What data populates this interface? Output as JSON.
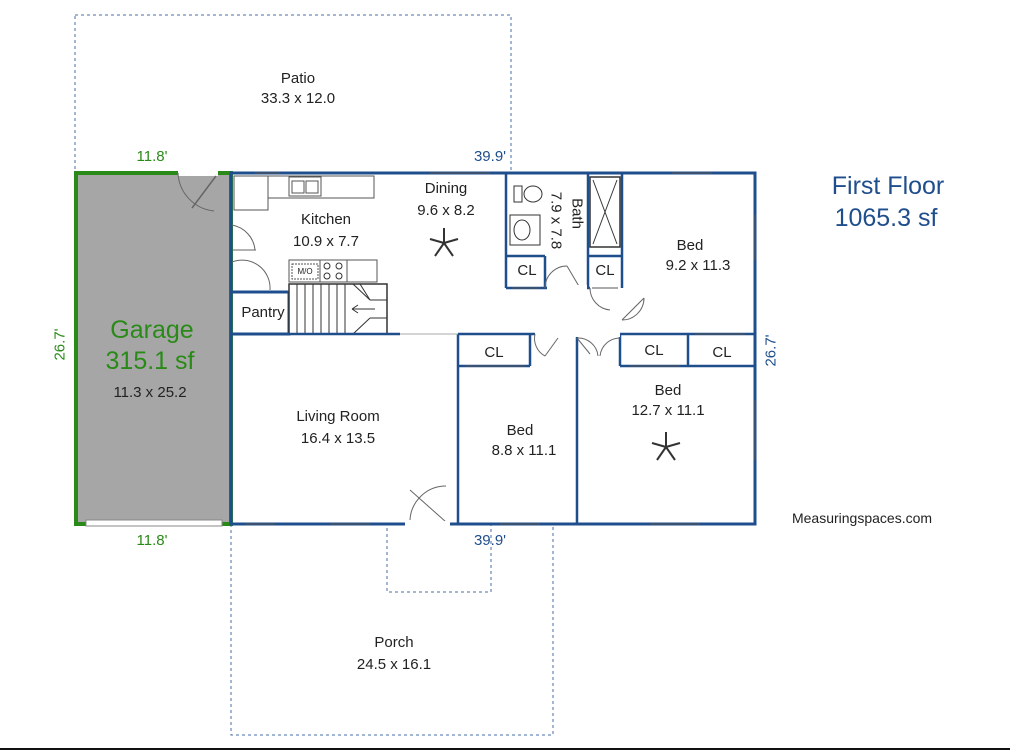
{
  "title": {
    "name": "First Floor",
    "area": "1065.3 sf"
  },
  "watermark": "Measuringspaces.com",
  "dimensions": {
    "garage_top": "11.8'",
    "garage_bottom": "11.8'",
    "garage_left": "26.7'",
    "house_top": "39.9'",
    "house_bottom": "39.9'",
    "house_right": "26.7'"
  },
  "rooms": {
    "patio": {
      "name": "Patio",
      "size": "33.3 x 12.0"
    },
    "garage": {
      "name": "Garage",
      "area": "315.1 sf",
      "size": "11.3 x 25.2"
    },
    "kitchen": {
      "name": "Kitchen",
      "size": "10.9 x 7.7"
    },
    "dining": {
      "name": "Dining",
      "size": "9.6 x 8.2"
    },
    "bath": {
      "name": "Bath",
      "size": "7.9 x 7.8"
    },
    "bed1": {
      "name": "Bed",
      "size": "9.2 x 11.3"
    },
    "bed2": {
      "name": "Bed",
      "size": "8.8 x 11.1"
    },
    "bed3": {
      "name": "Bed",
      "size": "12.7 x 11.1"
    },
    "living": {
      "name": "Living Room",
      "size": "16.4 x 13.5"
    },
    "pantry": {
      "name": "Pantry"
    },
    "porch": {
      "name": "Porch",
      "size": "24.5 x 16.1"
    }
  },
  "closet_label": "CL",
  "appliance_label": "M/O",
  "colors": {
    "wall": "#1f4e8c",
    "garage_wall": "#2a8a18",
    "garage_fill": "#a6a6a6"
  }
}
